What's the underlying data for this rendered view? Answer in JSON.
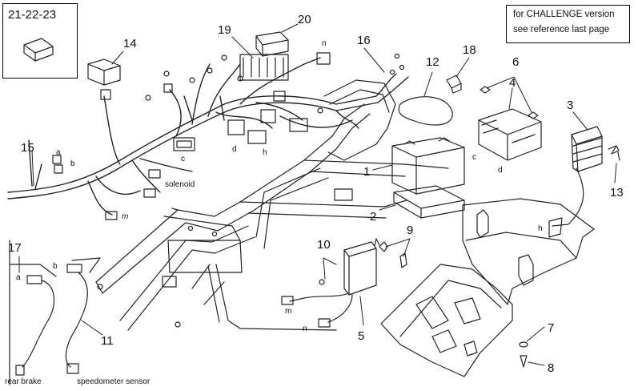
{
  "fuse_box_label": "21-22-23",
  "note": {
    "line1": "for CHALLENGE version",
    "line2": "see reference last page"
  },
  "refs": {
    "r1": "1",
    "r2": "2",
    "r3": "3",
    "r4": "4",
    "r5": "5",
    "r6": "6",
    "r7": "7",
    "r8": "8",
    "r9": "9",
    "r10": "10",
    "r11": "11",
    "r12": "12",
    "r13": "13",
    "r14": "14",
    "r15": "15",
    "r16": "16",
    "r17": "17",
    "r18": "18",
    "r19": "19",
    "r20": "20"
  },
  "tags": {
    "a1": "a",
    "b1": "b",
    "a2": "a",
    "b2": "b",
    "c1": "c",
    "c2": "c",
    "d1": "d",
    "d2": "d",
    "h1": "h",
    "h2": "h",
    "m1": "m",
    "m2": "m",
    "n1": "n",
    "n2": "n",
    "solenoid": "solenoid"
  },
  "captions": {
    "rear_brake": "rear brake",
    "speedometer": "speedometer sensor"
  }
}
